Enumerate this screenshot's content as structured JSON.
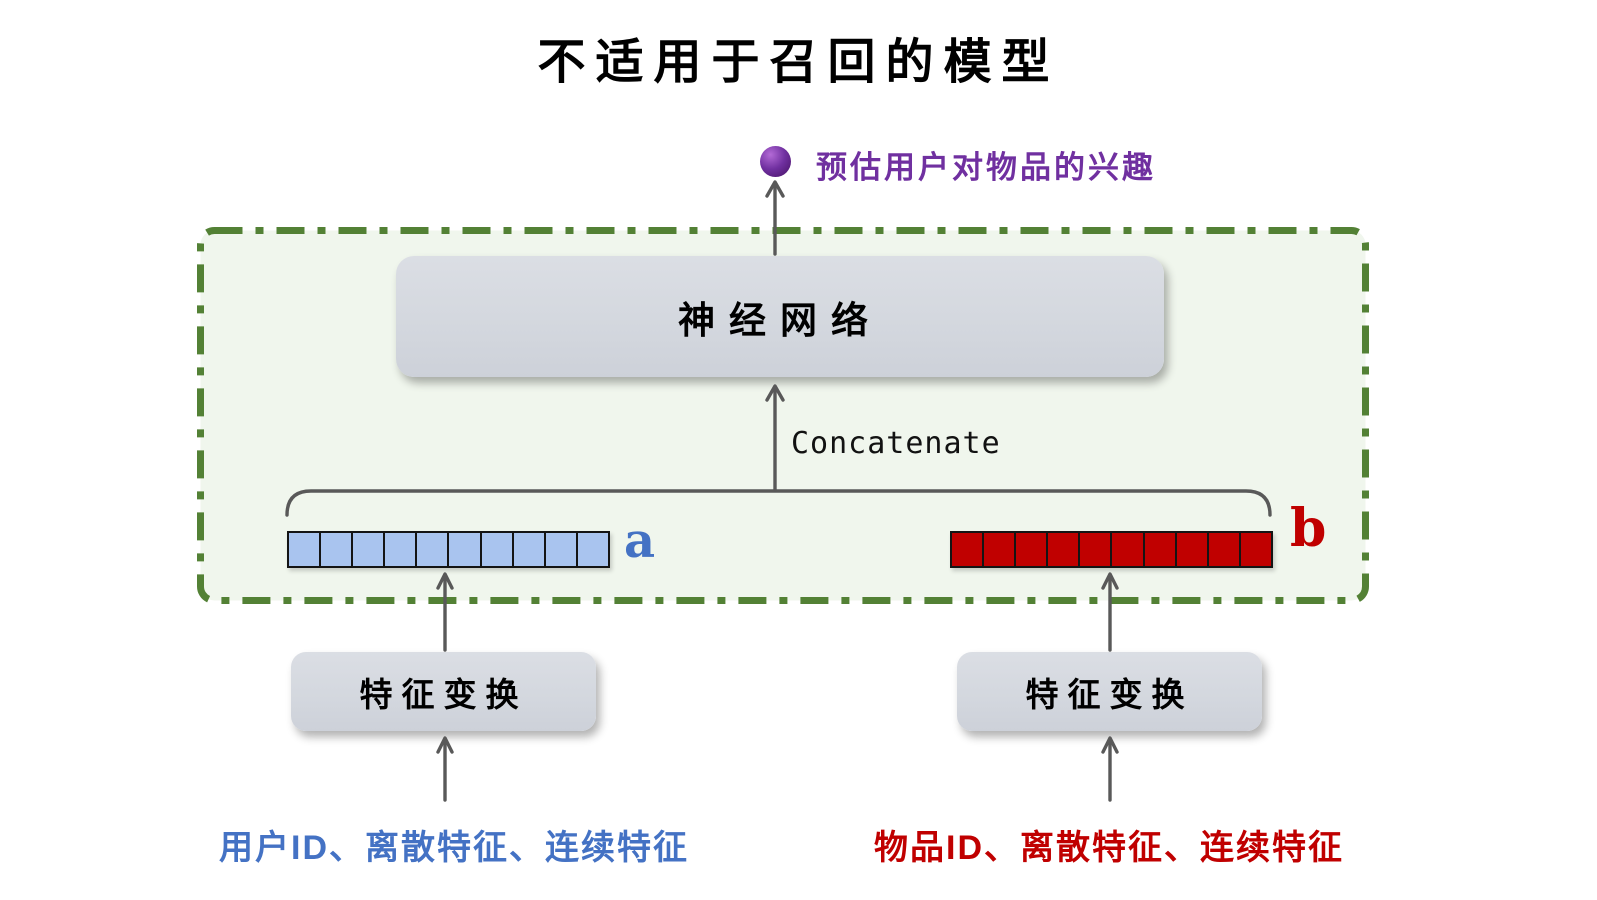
{
  "title": "不适用于召回的模型",
  "output": {
    "label": "预估用户对物品的兴趣"
  },
  "model_box": {
    "nn_label": "神经网络",
    "concatenate_label": "Concatenate"
  },
  "vectors": {
    "left": {
      "cells": 10,
      "fill": "#a9c4ef",
      "label": "a"
    },
    "right": {
      "cells": 10,
      "fill": "#c00000",
      "label": "b"
    }
  },
  "transforms": {
    "left": "特征变换",
    "right": "特征变换"
  },
  "inputs": {
    "left": "用户ID、离散特征、连续特征",
    "right": "物品ID、离散特征、连续特征"
  },
  "colors": {
    "blue": "#4472c4",
    "red": "#c00000",
    "purple": "#7030a0",
    "green-border": "#538135",
    "green-bg": "#f0f6ed",
    "box-gray": "#d3d7de",
    "arrow-gray": "#595959"
  }
}
